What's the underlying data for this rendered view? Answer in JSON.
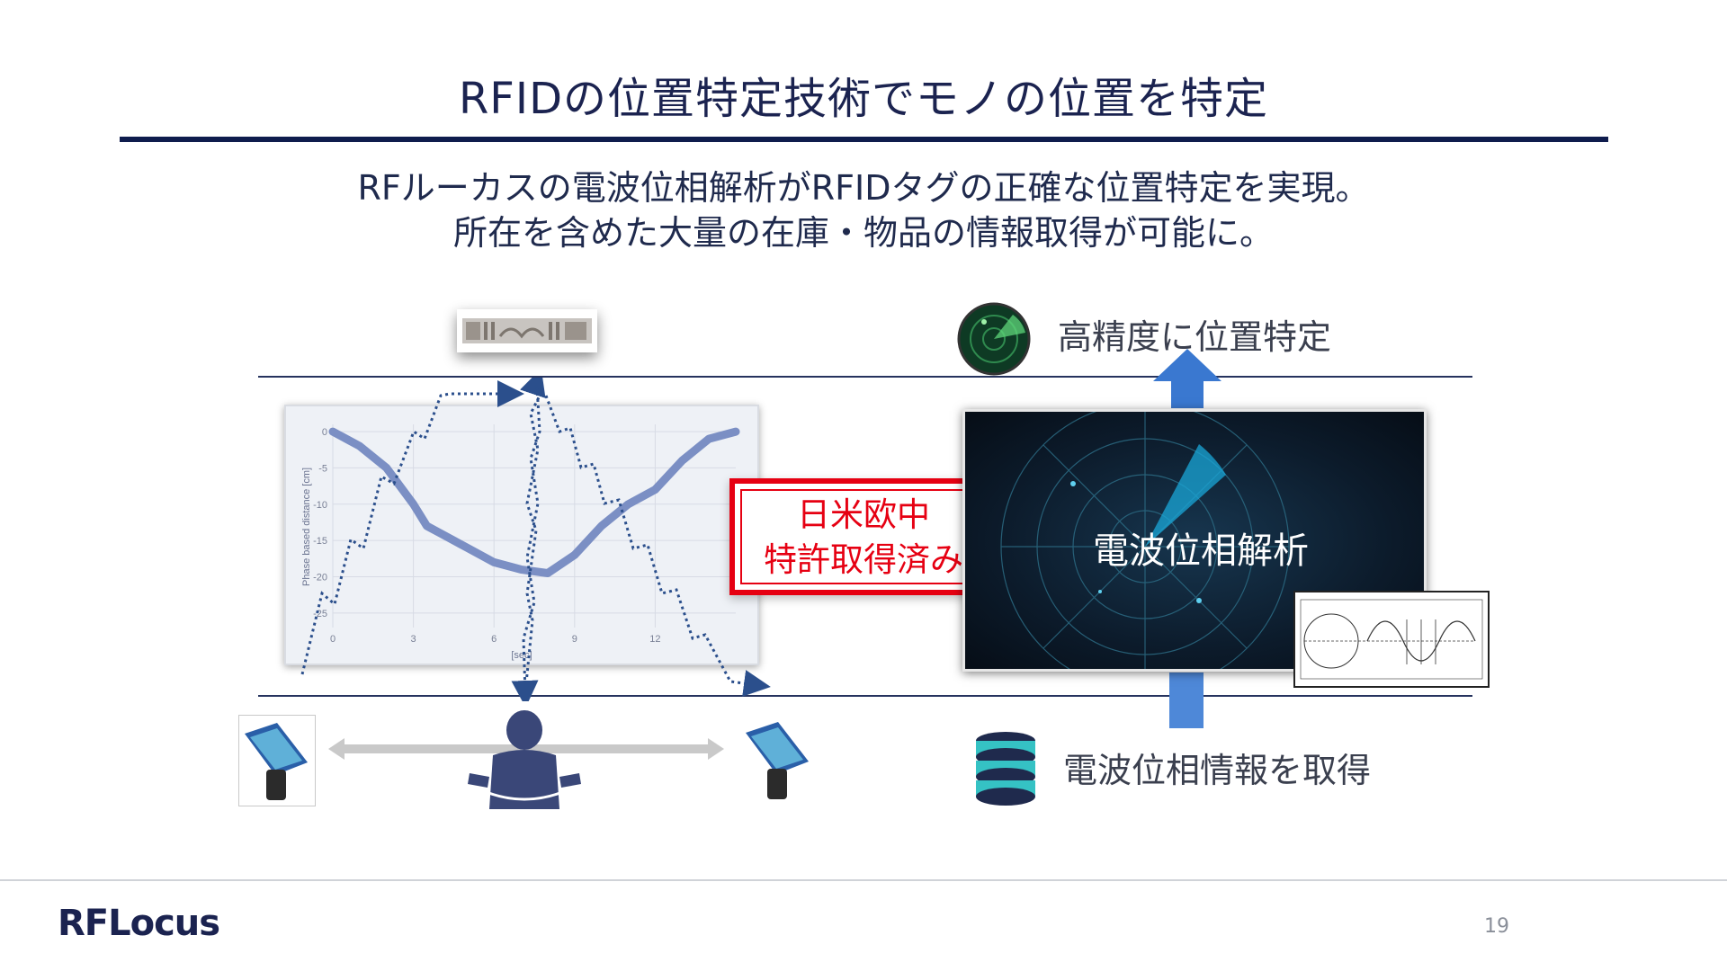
{
  "slide": {
    "title": "RFIDの位置特定技術でモノの位置を特定",
    "subtitle_line1": "RFルーカスの電波位相解析がRFIDタグの正確な位置特定を実現。",
    "subtitle_line2": "所在を含めた大量の在庫・物品の情報取得が可能に。"
  },
  "diagram": {
    "patent_line1": "日米欧中",
    "patent_line2": "特許取得済み",
    "radar_label": "電波位相解析",
    "top_right_label": "高精度に位置特定",
    "bottom_right_label": "電波位相情報を取得"
  },
  "chart_data": {
    "type": "line",
    "title": "",
    "xlabel": "[sec]",
    "ylabel": "Phase based distance [cm]",
    "x_ticks": [
      0,
      3,
      6,
      9,
      12
    ],
    "y_ticks": [
      0,
      -5,
      -10,
      -15,
      -20,
      -25
    ],
    "xlim": [
      0,
      15
    ],
    "ylim": [
      -27,
      1
    ],
    "series": [
      {
        "x": [
          0,
          1,
          2,
          3,
          3.5,
          4,
          5,
          6,
          7,
          8,
          9,
          10,
          11,
          12,
          13,
          14,
          15
        ],
        "y": [
          0,
          -2,
          -5,
          -10,
          -13,
          -14,
          -16,
          -18,
          -19,
          -19.5,
          -17,
          -13,
          -10,
          -8,
          -4,
          -1,
          0
        ]
      }
    ]
  },
  "footer": {
    "logo": "RFLocus",
    "page_number": "19"
  },
  "colors": {
    "navy": "#1b2350",
    "patent_red": "#e60012",
    "arrow_blue": "#3a78d0",
    "chart_line": "#7b8fc4"
  }
}
